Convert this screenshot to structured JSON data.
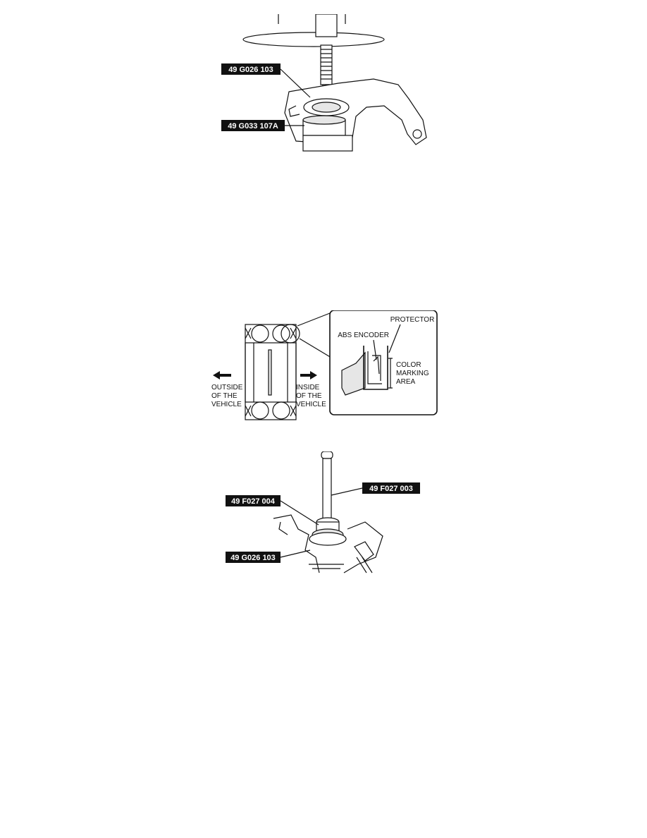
{
  "figure1": {
    "callouts": [
      "49 G026 103",
      "49 G033 107A"
    ]
  },
  "figure2": {
    "left_label": [
      "OUTSIDE",
      "OF THE",
      "VEHICLE"
    ],
    "right_label": [
      "INSIDE",
      "OF THE",
      "VEHICLE"
    ],
    "detail": {
      "protector": "PROTECTOR",
      "abs_encoder": "ABS ENCODER",
      "color_marking": [
        "COLOR",
        "MARKING",
        "AREA"
      ]
    }
  },
  "figure3": {
    "callouts": [
      "49 F027 003",
      "49 F027 004",
      "49 G026 103"
    ]
  }
}
